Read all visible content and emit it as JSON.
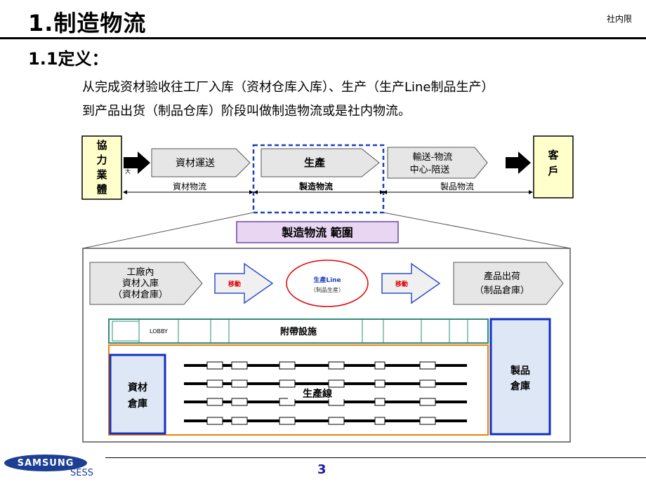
{
  "header": {
    "title": "1.制造物流",
    "confidential": "社内限"
  },
  "section": {
    "subtitle": "1.1定义：",
    "line1": "从完成资材验收往工厂入库（资材仓库入库）、生产（生产Line制品生产）",
    "line2": "到产品出货（制品仓库）阶段叫做制造物流或是社内物流。"
  },
  "diagram": {
    "supplier": [
      "協",
      "力",
      "業",
      "體"
    ],
    "customer": [
      "客",
      "戶"
    ],
    "material_transport": "資材運送",
    "production": "生產",
    "shipping": [
      "輸送-物流",
      "中心-陪送"
    ],
    "material_logistics": "資材物流",
    "manufacturing_logistics": "製造物流",
    "product_logistics": "製品物流",
    "scope_label": "製造物流 範圍",
    "receiving": [
      "工廠內",
      "資材入庫",
      "（資材倉庫）"
    ],
    "move1": "移動",
    "line_circle": [
      "生產Line",
      "（制品生産）"
    ],
    "move2": "移動",
    "shipment": [
      "產品出荷",
      "（制品倉庫）"
    ],
    "lobby": "LOBBY",
    "facilities": "附帶設施",
    "material_warehouse": [
      "資材",
      "倉庫"
    ],
    "product_warehouse": [
      "製品",
      "倉庫"
    ],
    "production_line": "生產線",
    "tiny_label": "大",
    "colors": {
      "box_fill": "#e6e6e6",
      "beige": "#ffffcc",
      "dashed_blue": "#1f3fbf",
      "scope_fill": "#e8d6f2",
      "scope_border": "#6b4b9e",
      "red_text": "#e00000",
      "warehouse_fill": "#dde7f6",
      "warehouse_border": "#1030c0",
      "orange": "#f08000",
      "teal": "#2e8b7a"
    }
  },
  "footer": {
    "page_number": "3",
    "brand": "SAMSUNG",
    "division": "SESS"
  }
}
